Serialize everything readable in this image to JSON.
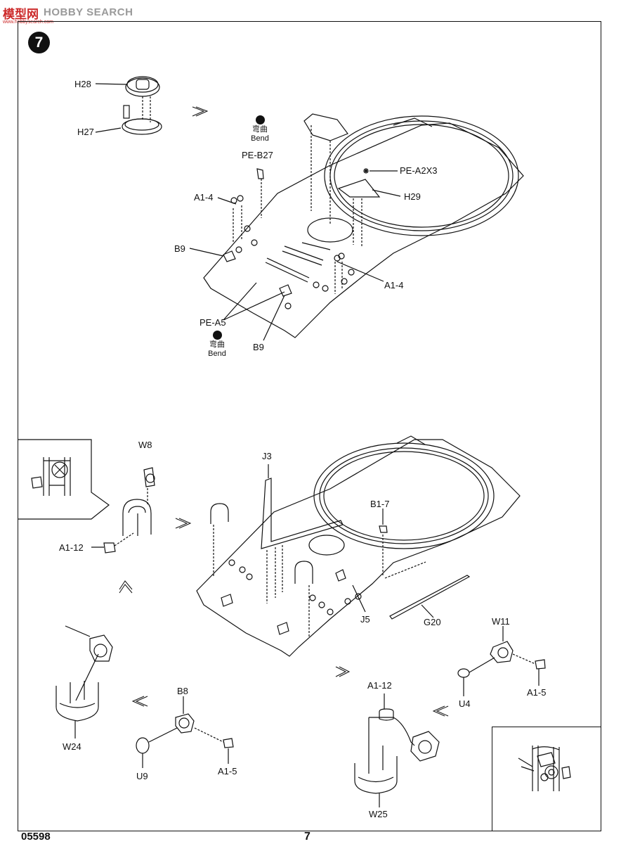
{
  "watermark": {
    "cn": "模型网",
    "en": "HOBBY SEARCH",
    "url": "www.hobbysearch.com"
  },
  "step_number": "7",
  "bend": {
    "cn": "弯曲",
    "en": "Bend"
  },
  "labels": {
    "h28": "H28",
    "h27": "H27",
    "pe_b27": "PE-B27",
    "pe_a2x3": "PE-A2X3",
    "h29": "H29",
    "a1_4_top": "A1-4",
    "a1_4_right": "A1-4",
    "b9_left": "B9",
    "b9_bottom": "B9",
    "pe_a5": "PE-A5",
    "w8": "W8",
    "j3": "J3",
    "b1_7": "B1-7",
    "a1_12_left": "A1-12",
    "j5": "J5",
    "g20": "G20",
    "w11": "W11",
    "u4": "U4",
    "a1_5_right": "A1-5",
    "w24": "W24",
    "b8": "B8",
    "u9": "U9",
    "a1_5_mid": "A1-5",
    "a1_12_bottom": "A1-12",
    "w25": "W25"
  },
  "footer": {
    "code": "05598",
    "page": "7"
  }
}
